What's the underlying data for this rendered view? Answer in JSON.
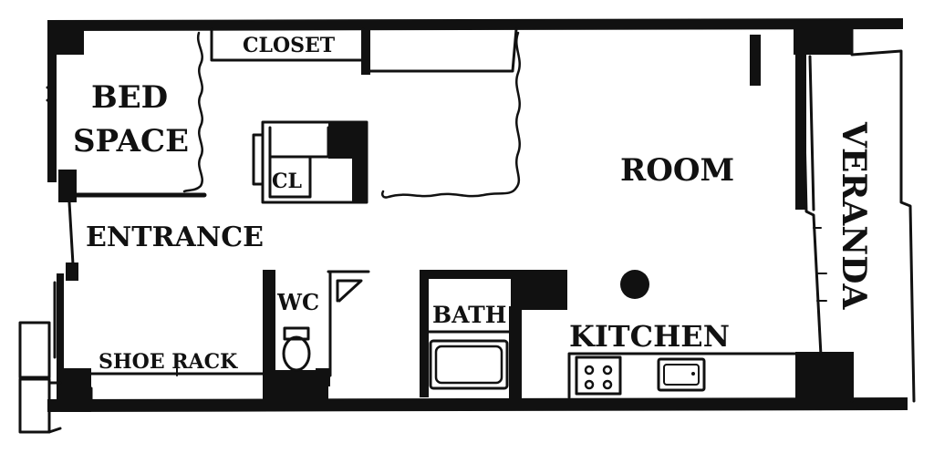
{
  "plan": {
    "rooms": {
      "closet": "CLOSET",
      "bed_space_line1": "BED",
      "bed_space_line2": "SPACE",
      "cl": "CL",
      "room": "ROOM",
      "veranda": "VERANDA",
      "entrance": "ENTRANCE",
      "wc": "WC",
      "bath": "BATH",
      "kitchen": "KITCHEN",
      "shoe_rack": "SHOE RACK"
    },
    "colors": {
      "ink": "#111111",
      "paper": "#ffffff"
    },
    "icons": [
      "toilet-icon",
      "bathtub-icon",
      "stove-icon",
      "sink-icon",
      "column-icon"
    ]
  }
}
